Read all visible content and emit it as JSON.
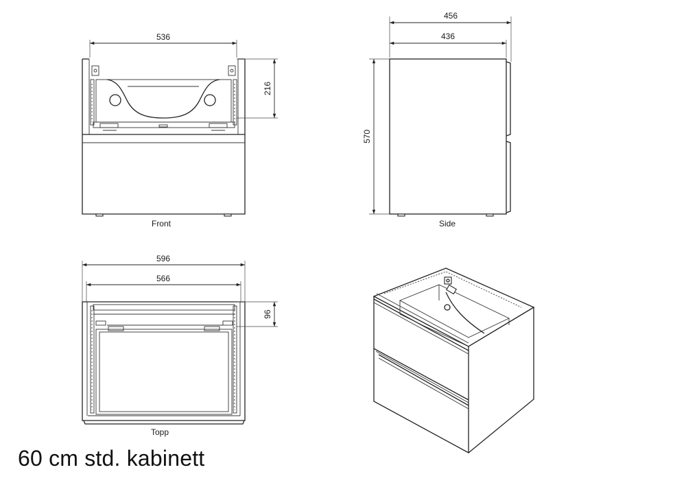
{
  "views": {
    "front": {
      "label": "Front",
      "dim_width": "536",
      "dim_depth": "216"
    },
    "side": {
      "label": "Side",
      "dim_outer": "456",
      "dim_inner": "436",
      "dim_height": "570"
    },
    "top": {
      "label": "Topp",
      "dim_outer": "596",
      "dim_inner": "566",
      "dim_depth": "96"
    }
  },
  "caption": "60 cm std. kabinett"
}
